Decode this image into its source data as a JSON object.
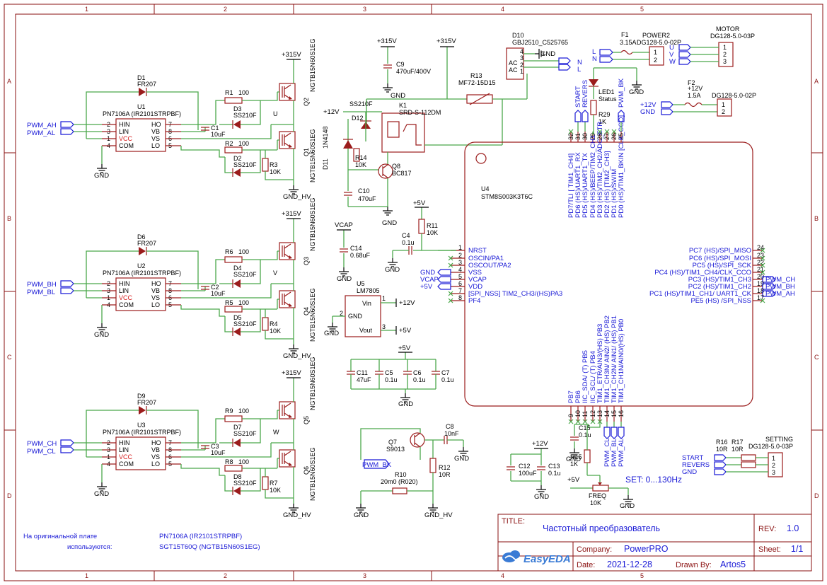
{
  "frame": {
    "cols": [
      "1",
      "2",
      "3",
      "4",
      "5"
    ],
    "rows": [
      "A",
      "B",
      "C",
      "D"
    ]
  },
  "title_block": {
    "title_label": "TITLE:",
    "title": "Частотный преобразователь",
    "rev_label": "REV:",
    "rev": "1.0",
    "company_label": "Company:",
    "company": "PowerPRO",
    "sheet_label": "Sheet:",
    "sheet": "1/1",
    "date_label": "Date:",
    "date": "2021-12-28",
    "drawn_label": "Drawn By:",
    "drawn_by": "Artos5",
    "logo": "EasyEDA"
  },
  "note": {
    "line1": "На оригинальной плате",
    "line2": "используются:",
    "val1": "PN7106A (IR2101STRPBF)",
    "val2": "SGT15T60Q (NGTB15N60S1EG)"
  },
  "drivers": [
    {
      "ref": "U1",
      "part": "PN7106A (IR2101STRPBF)",
      "diode": "D1",
      "diode_val": "FR207",
      "in_h": "PWM_AH",
      "in_l": "PWM_AL",
      "phase": "U",
      "r_hi": "R1",
      "r_hi_val": "100",
      "d_hi": "D3",
      "d_hi_val": "SS210F",
      "cap": "C1",
      "cap_val": "10uF",
      "r_lo": "R2",
      "r_lo_val": "100",
      "d_lo": "D2",
      "d_lo_val": "SS210F",
      "r_pd": "R3",
      "r_pd_val": "10K",
      "q_hi": "Q2",
      "q_lo": "Q1",
      "q_part": "NGTB15N60S1EG",
      "gnd": "GND",
      "gnd_hv": "GND_HV",
      "vhv": "+315V"
    },
    {
      "ref": "U2",
      "part": "PN7106A (IR2101STRPBF)",
      "diode": "D6",
      "diode_val": "FR207",
      "in_h": "PWM_BH",
      "in_l": "PWM_BL",
      "phase": "V",
      "r_hi": "R6",
      "r_hi_val": "100",
      "d_hi": "D4",
      "d_hi_val": "SS210F",
      "cap": "C2",
      "cap_val": "10uF",
      "r_lo": "R5",
      "r_lo_val": "100",
      "d_lo": "D5",
      "d_lo_val": "SS210F",
      "r_pd": "R4",
      "r_pd_val": "10K",
      "q_hi": "Q3",
      "q_lo": "Q4",
      "q_part": "NGTB15N60S1EG",
      "gnd": "GND",
      "gnd_hv": "GND_HV",
      "vhv": "+315V"
    },
    {
      "ref": "U3",
      "part": "PN7106A (IR2101STRPBF)",
      "diode": "D9",
      "diode_val": "FR207",
      "in_h": "PWM_CH",
      "in_l": "PWM_CL",
      "phase": "W",
      "r_hi": "R9",
      "r_hi_val": "100",
      "d_hi": "D7",
      "d_hi_val": "SS210F",
      "cap": "C3",
      "cap_val": "10uF",
      "r_lo": "R8",
      "r_lo_val": "100",
      "d_lo": "D8",
      "d_lo_val": "SS210F",
      "r_pd": "R7",
      "r_pd_val": "10K",
      "q_hi": "Q5",
      "q_lo": "Q6",
      "q_part": "NGTB15N60S1EG",
      "gnd": "GND",
      "gnd_hv": "GND_HV",
      "vhv": "+315V"
    }
  ],
  "driver_pins": [
    {
      "num": "2",
      "name": "HIN"
    },
    {
      "num": "3",
      "name": "LIN"
    },
    {
      "num": "1",
      "name": "VCC"
    },
    {
      "num": "4",
      "name": "COM"
    },
    {
      "num": "7",
      "name": "HO"
    },
    {
      "num": "8",
      "name": "VB"
    },
    {
      "num": "6",
      "name": "VS"
    },
    {
      "num": "5",
      "name": "LO"
    }
  ],
  "relay": {
    "c9": "C9",
    "c9_val": "470uF/400V",
    "v1": "+315V",
    "v2": "+315V",
    "gnd": "GND",
    "r13": "R13",
    "r13_val": "MF72-15D15",
    "k1": "K1",
    "k1_val": "SRD-S-112DM",
    "d12": "D12",
    "d12_val": "SS210F",
    "vin": "+12V",
    "d11": "D11",
    "d11_val": "1N4148",
    "r14": "R14",
    "r14_val": "10K",
    "q8": "Q8",
    "q8_val": "BC817",
    "c10": "C10",
    "c10_val": "470uF"
  },
  "bridge": {
    "ref": "D10",
    "part": "GBJ2510_C525765",
    "ac1": "AC",
    "ac2": "AC",
    "gnd": "GND",
    "n": "N",
    "l": "L"
  },
  "power2": {
    "f1": "F1",
    "f1_val": "3.15A",
    "conn": "POWER2",
    "conn_part": "DG128-5.0-02P",
    "l": "L",
    "n": "N",
    "gnd": "GND"
  },
  "motor": {
    "conn": "MOTOR",
    "conn_part": "DG128-5.0-03P",
    "u": "U",
    "v": "V",
    "w": "W"
  },
  "pwr12": {
    "f2": "F2",
    "f2_val": "1.5A",
    "conn_part": "DG128-5.0-02P",
    "vplus": "+12V",
    "vin": "+12V",
    "gnd": "GND"
  },
  "led": {
    "ref": "LED1",
    "label": "Status",
    "r": "R29",
    "r_val": "1K"
  },
  "mcu": {
    "ref": "U4",
    "part": "STM8S003K3T6C",
    "top_nets": [
      "START",
      "REVERS",
      "PWM_BK"
    ],
    "top_pins": [
      {
        "num": "32",
        "name": "PD7/TLI [ TIM1_CH4]",
        "nc": true
      },
      {
        "num": "31",
        "name": "PD6 (HS)/UART1_RX"
      },
      {
        "num": "30",
        "name": "PD5 (HS)/UART1_TX"
      },
      {
        "num": "29",
        "name": "PD4 (HS)/BEEP/TIM2_CH1"
      },
      {
        "num": "28",
        "name": "PD3 (HS)/TIM2_CH2/ADC_ETR",
        "nc": true
      },
      {
        "num": "27",
        "name": "PD2 (HS) [TIM2_CH3]",
        "nc": true
      },
      {
        "num": "26",
        "name": "PD1 (HS)/SWIM",
        "nc": true
      },
      {
        "num": "25",
        "name": "PD0 (HS)/TIM1_BKIN [CLK_CCO]"
      }
    ],
    "left_pins": [
      {
        "num": "1",
        "name": "NRST",
        "net": ""
      },
      {
        "num": "2",
        "name": "OSCIN/PA1",
        "net": ""
      },
      {
        "num": "3",
        "name": "OSCOUT/PA2",
        "net": ""
      },
      {
        "num": "4",
        "name": "VSS",
        "net": "GND"
      },
      {
        "num": "5",
        "name": "VCAP",
        "net": "VCAP"
      },
      {
        "num": "6",
        "name": "VDD",
        "net": "+5V"
      },
      {
        "num": "7",
        "name": "[SPI_NSS] TIM2_CH3/(HS)PA3",
        "net": ""
      },
      {
        "num": "8",
        "name": "PF4",
        "net": ""
      }
    ],
    "right_pins": [
      {
        "num": "24",
        "name": "PC7 (HS)/SPI_MISO",
        "net": ""
      },
      {
        "num": "23",
        "name": "PC6 (HS)/SPI_MOSI",
        "net": ""
      },
      {
        "num": "22",
        "name": "PC5 (HS)/SPI_SCK",
        "net": ""
      },
      {
        "num": "21",
        "name": "PC4 (HS)/TIM1_CH4/CLK_CCO",
        "net": ""
      },
      {
        "num": "20",
        "name": "PC3 (HS)/TIM1_CH3",
        "net": "PWM_CH"
      },
      {
        "num": "19",
        "name": "PC2 (HS)/TIM1_CH2",
        "net": "PWM_BH"
      },
      {
        "num": "18",
        "name": "PC1 (HS)/TIM1_CH1/ UART1_CK",
        "net": "PWM_AH"
      },
      {
        "num": "17",
        "name": "PE5 (HS) /SPI_NSS",
        "net": ""
      }
    ],
    "bottom_pins": [
      {
        "num": "9",
        "name": "PB7"
      },
      {
        "num": "10",
        "name": "PB6"
      },
      {
        "num": "11",
        "name": "IIC_SDA/ (T) PB5"
      },
      {
        "num": "12",
        "name": "IIC_SCL/ (T) PB4"
      },
      {
        "num": "13",
        "name": "TIM1_ETR/AIN3/(HS) PB3"
      },
      {
        "num": "14",
        "name": "TIM1_CH3N/ AIN2/ (HS) PB2"
      },
      {
        "num": "15",
        "name": "TIM1_CH2N/ AIN1/ (HS) PB1"
      },
      {
        "num": "16",
        "name": "TIM1_CH1N/AIN0/(HS) PB0"
      }
    ],
    "bottom_nets": [
      "PWM_CL",
      "PWM_BL",
      "PWM_AL"
    ]
  },
  "reset": {
    "r11": "R11",
    "r11_val": "10K",
    "c4": "C4",
    "c4_val": "0.1u",
    "v5": "+5V",
    "gnd": "GND"
  },
  "vcap": {
    "net": "VCAP",
    "c14": "C14",
    "c14_val": "0.68uF",
    "gnd": "GND"
  },
  "reg": {
    "ref": "U5",
    "part": "LM7805",
    "vin_pin": "Vin",
    "gnd_pin": "GND",
    "vout_pin": "Vout",
    "p1": "1",
    "p2": "2",
    "p3": "3",
    "in_net": "+12V",
    "out_net": "+5V",
    "gnd": "GND"
  },
  "decoupling": {
    "v5": "+5V",
    "gnd": "GND",
    "caps": [
      {
        "ref": "C11",
        "val": "47uF"
      },
      {
        "ref": "C5",
        "val": "0.1u"
      },
      {
        "ref": "C6",
        "val": "0.1u"
      },
      {
        "ref": "C7",
        "val": "0.1u"
      }
    ]
  },
  "brake": {
    "q7": "Q7",
    "q7_val": "S9013",
    "c8": "C8",
    "c8_val": "10nF",
    "net": "PWM_BK",
    "r10": "R10",
    "r10_val": "20m0 (R020)",
    "r12": "R12",
    "r12_val": "10R",
    "gnd": "GND",
    "gnd_hv": "GND_HV"
  },
  "analog": {
    "c15": "C15",
    "c15_val": "0.1u",
    "r15": "R15",
    "r15_val": "1K",
    "gnd": "GND",
    "pot": "FREQ",
    "pot_val": "10K",
    "v5": "+5V",
    "set": "SET: 0...130Hz"
  },
  "cap12": {
    "v12": "+12V",
    "c12": "C12",
    "c12_val": "100uF",
    "c13": "C13",
    "c13_val": "0.1u",
    "gnd": "GND"
  },
  "setting": {
    "conn": "SETTING",
    "conn_part": "DG128-5.0-03P",
    "r16": "R16",
    "r17": "R17",
    "r16_val": "10R",
    "r17_val": "10R",
    "nets": [
      "START",
      "REVERS",
      "GND"
    ]
  }
}
